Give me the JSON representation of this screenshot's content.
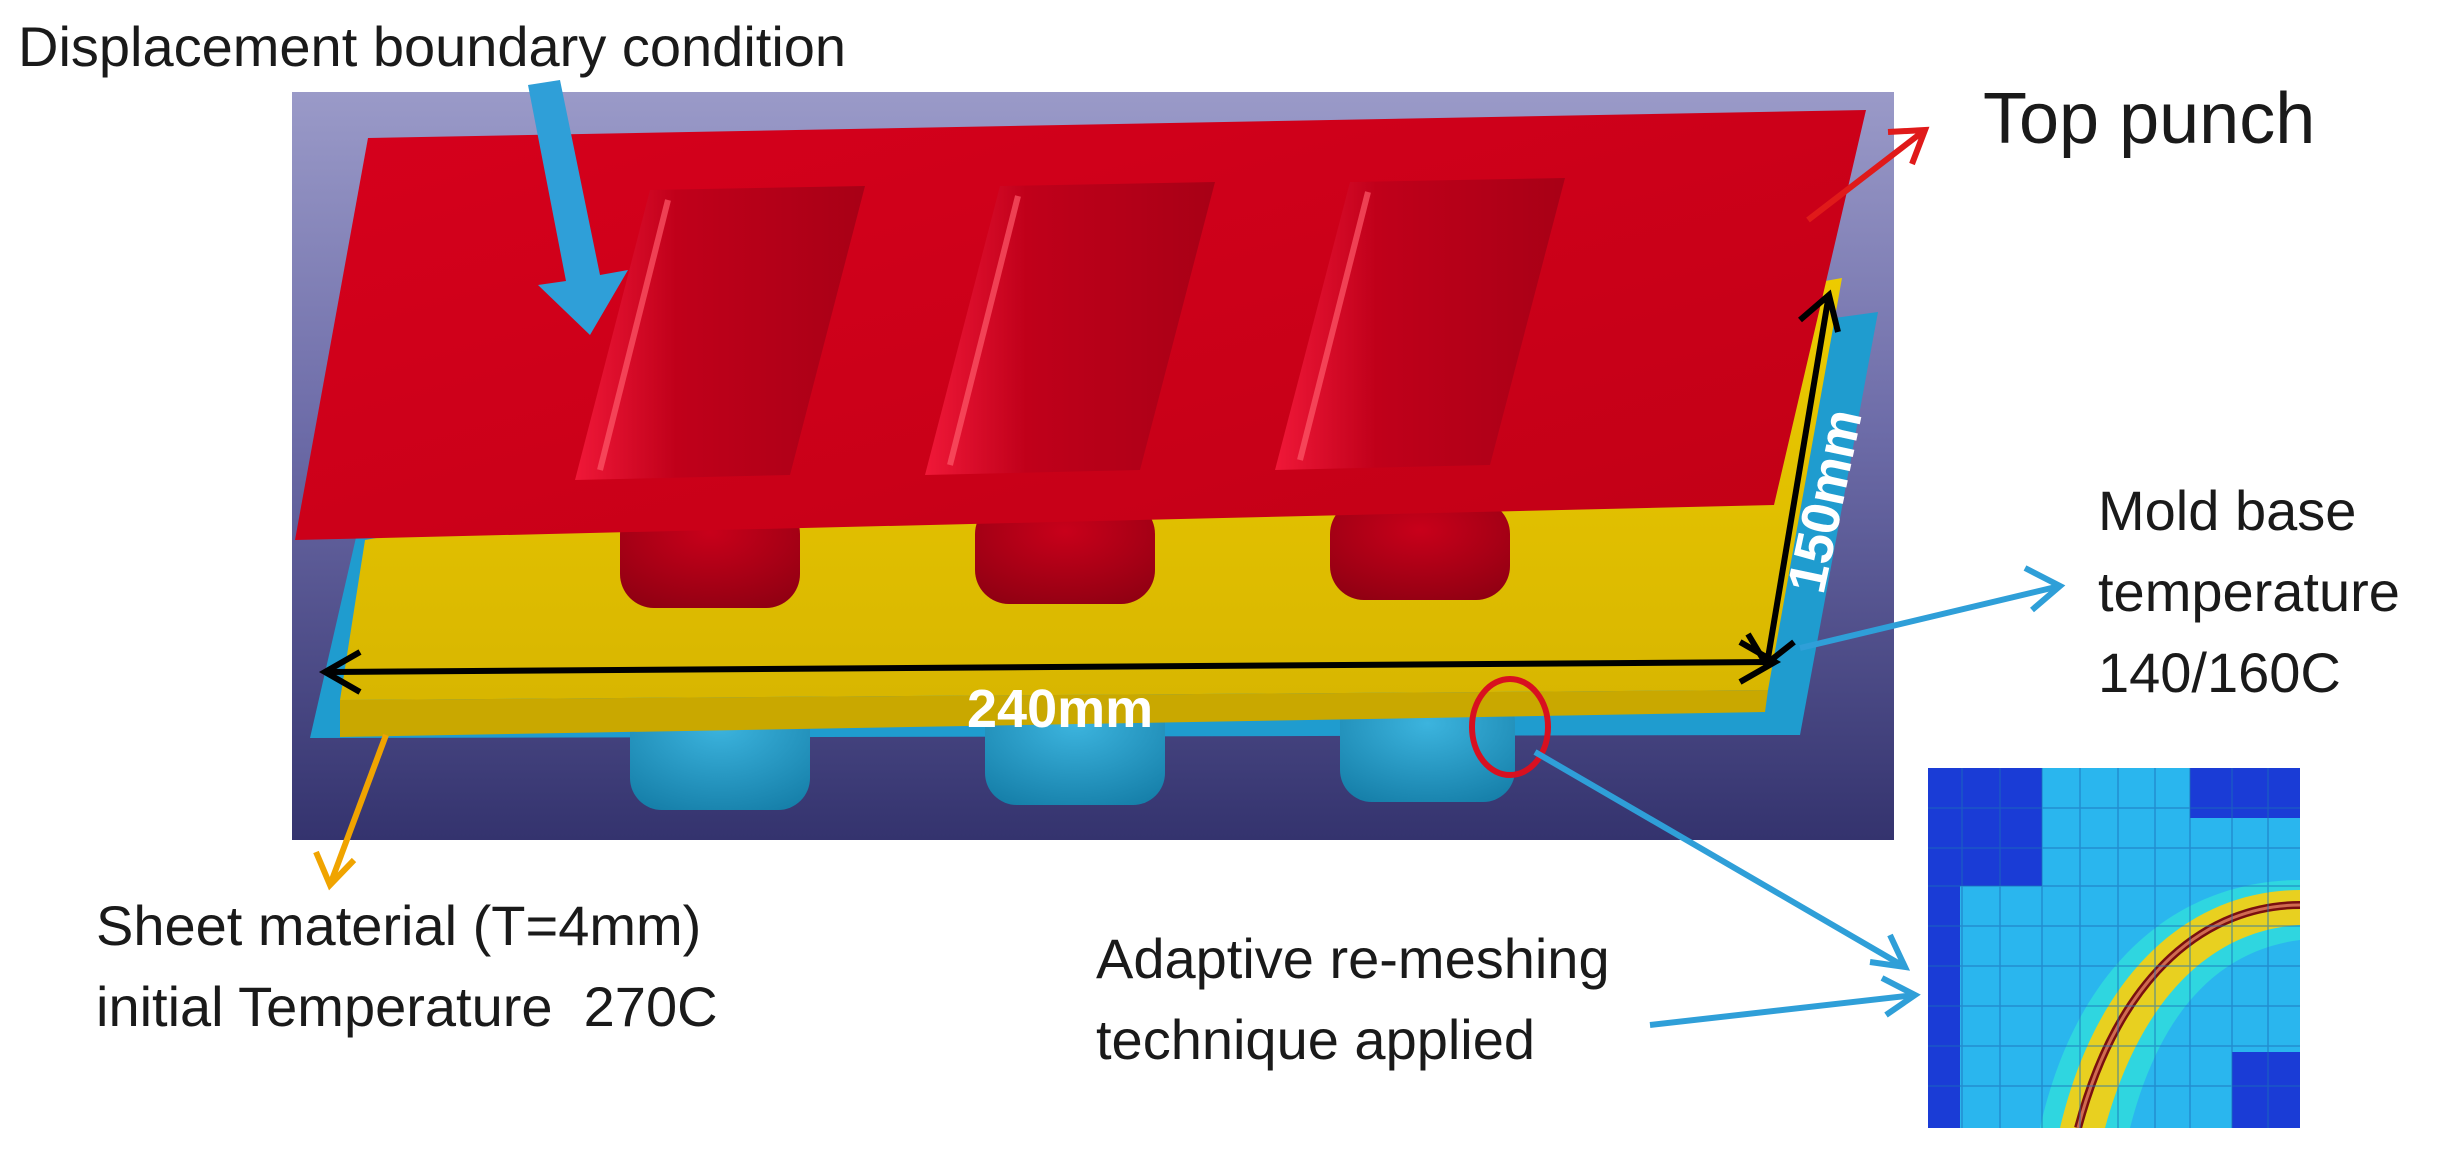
{
  "labels": {
    "displacement": "Displacement boundary condition",
    "top_punch": "Top punch",
    "mold_base": [
      "Mold base",
      "temperature",
      "140/160C"
    ],
    "sheet": [
      "Sheet material (T=4mm)",
      "initial Temperature  270C"
    ],
    "adaptive": [
      "Adaptive re-meshing",
      "technique applied"
    ]
  },
  "dimensions": {
    "length": "240mm",
    "width": "150mm"
  },
  "colors": {
    "punch": "#d0001a",
    "sheet": "#e6c300",
    "mold": "#1e9bd0",
    "background": "#3b3a7a",
    "arrow_blue": "#2f9fd8",
    "arrow_red": "#e01a1a",
    "arrow_orange": "#f0a400",
    "mesh_dark": "#1a3cd6",
    "mesh_light": "#2ab6ee",
    "mesh_cyan": "#2fd6e0",
    "mesh_yellow": "#e8d020"
  },
  "icons": [
    "displacement-arrow-icon",
    "pointer-arrow-icon",
    "dimension-arrow-icon",
    "highlight-circle-icon"
  ]
}
